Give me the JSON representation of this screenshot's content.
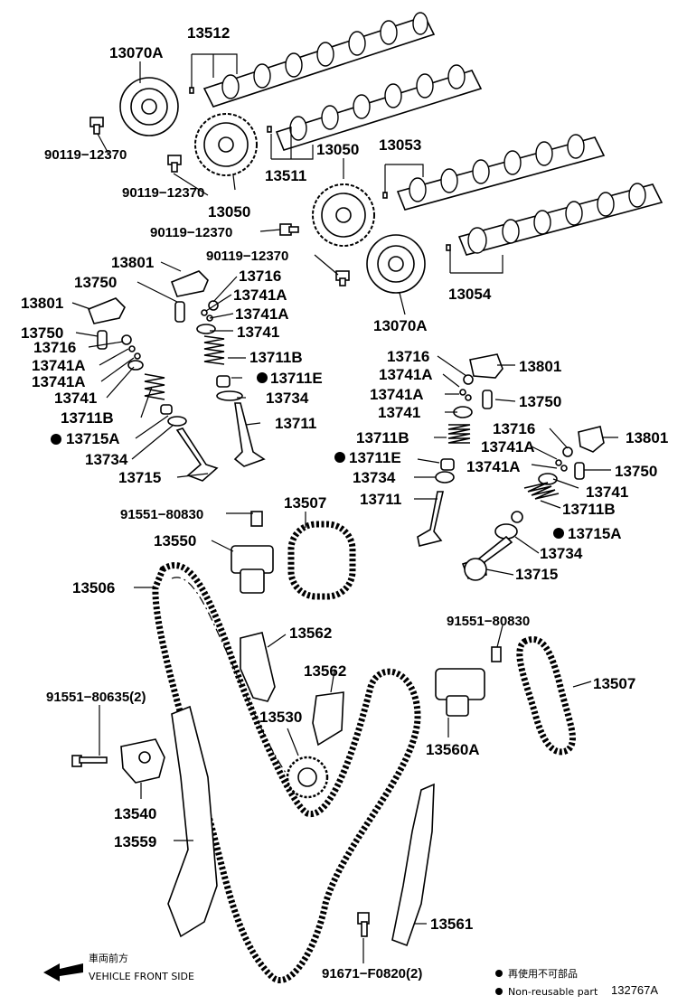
{
  "labels": {
    "p13512": "13512",
    "p13070A_top": "13070A",
    "p90119_1": "90119−12370",
    "p90119_2": "90119−12370",
    "p13050_a": "13050",
    "p13511": "13511",
    "p13050_b": "13050",
    "p13053": "13053",
    "p90119_3": "90119−12370",
    "p90119_4": "90119−12370",
    "p13054": "13054",
    "p13070A_bot": "13070A",
    "p13801_a": "13801",
    "p13750_a": "13750",
    "p13716_a": "13716",
    "p13741A_a1": "13741A",
    "p13741A_a2": "13741A",
    "p13741_a": "13741",
    "p13801_b": "13801",
    "p13750_b": "13750",
    "p13716_b": "13716",
    "p13741A_b1": "13741A",
    "p13741A_b2": "13741A",
    "p13741_b": "13741",
    "p13711B_a": "13711B",
    "p13711E_a": "13711E",
    "p13734_a": "13734",
    "p13711_a": "13711",
    "p13711B_b": "13711B",
    "p13715A_a": "13715A",
    "p13734_b": "13734",
    "p13715_a": "13715",
    "p13716_c": "13716",
    "p13801_c": "13801",
    "p13741A_c1": "13741A",
    "p13741A_c2": "13741A",
    "p13750_c": "13750",
    "p13741_c": "13741",
    "p13711B_c": "13711B",
    "p13711E_c": "13711E",
    "p13734_c": "13734",
    "p13711_c": "13711",
    "p13716_d": "13716",
    "p13801_d": "13801",
    "p13741A_d1": "13741A",
    "p13741A_d2": "13741A",
    "p13750_d": "13750",
    "p13741_d": "13741",
    "p13711B_d": "13711B",
    "p13715A_d": "13715A",
    "p13734_d": "13734",
    "p13715_d": "13715",
    "p91551_80830_a": "91551−80830",
    "p13507_a": "13507",
    "p13550": "13550",
    "p13506": "13506",
    "p13562_a": "13562",
    "p91551_80830_b": "91551−80830",
    "p13562_b": "13562",
    "p13507_b": "13507",
    "p91551_80635": "91551−80635(2)",
    "p13530": "13530",
    "p13560A": "13560A",
    "p13540": "13540",
    "p13559": "13559",
    "p13561": "13561",
    "p91671": "91671−F0820(2)"
  },
  "footer": {
    "direction_jp": "車両前方",
    "direction_en": "VEHICLE FRONT SIDE",
    "legend_jp": "再使用不可部品",
    "legend_en": "Non-reusable part",
    "diagram_id": "132767A"
  }
}
